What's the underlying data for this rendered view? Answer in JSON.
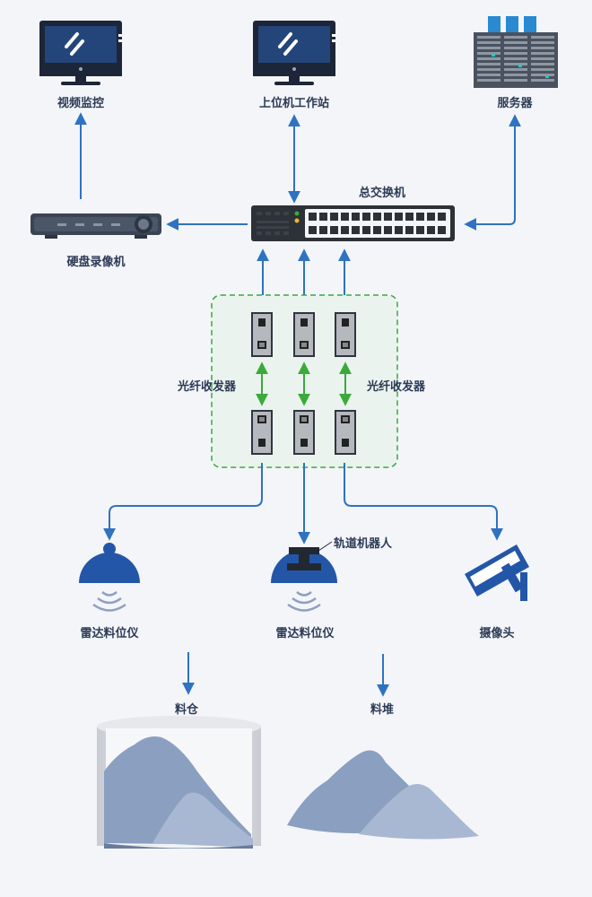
{
  "labels": {
    "video_monitor": "视频监控",
    "upper_workstation": "上位机工作站",
    "server": "服务器",
    "main_switch": "总交换机",
    "dvr": "硬盘录像机",
    "fiber_transceiver_left": "光纤收发器",
    "fiber_transceiver_right": "光纤收发器",
    "track_robot": "轨道机器人",
    "radar_level_left": "雷达料位仪",
    "radar_level_center": "雷达料位仪",
    "camera": "摄像头",
    "silo": "料仓",
    "pile": "料堆"
  },
  "colors": {
    "arrow_blue": "#2f72c0",
    "arrow_green": "#3aaa3a",
    "device_dark": "#2b3a52",
    "screen_blue": "#233a66",
    "pile_blue": "#8b9fc0",
    "dashed_border": "#3aaa3a",
    "group_bg": "#eaf3ee"
  }
}
